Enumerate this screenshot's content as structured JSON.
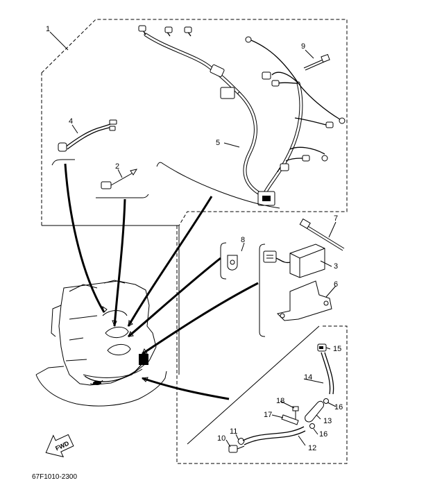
{
  "diagram_code": "67F1010-2300",
  "fwd_label": "FWD",
  "callouts": [
    "1",
    "2",
    "3",
    "4",
    "5",
    "6",
    "7",
    "8",
    "9",
    "10",
    "11",
    "12",
    "13",
    "14",
    "15",
    "16",
    "16",
    "17",
    "18"
  ]
}
